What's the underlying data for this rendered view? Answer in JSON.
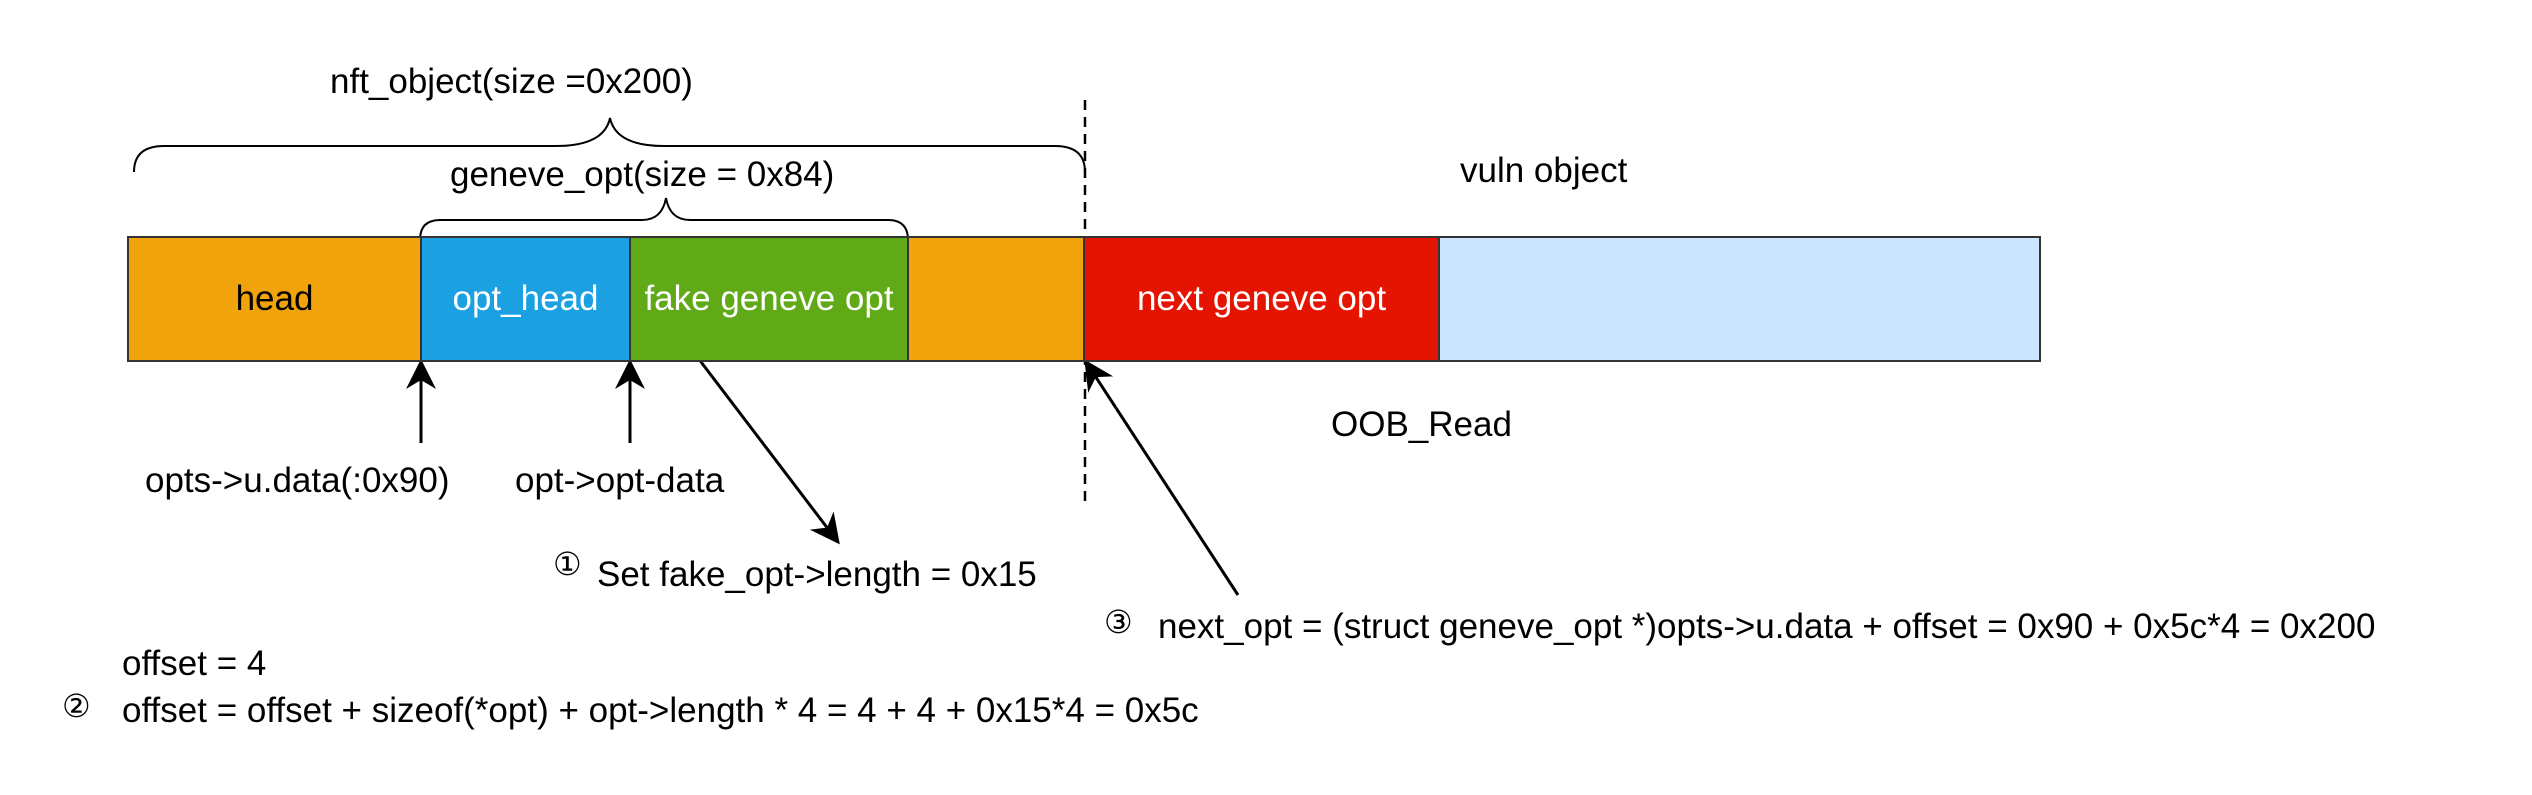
{
  "labels": {
    "nft_object": "nft_object(size =0x200)",
    "geneve_opt": "geneve_opt(size = 0x84)",
    "vuln_object": "vuln object",
    "oob_read": "OOB_Read",
    "opts_data": "opts->u.data(:0x90)",
    "opt_data": "opt->opt-data"
  },
  "segments": {
    "head": "head",
    "opt_head": "opt_head",
    "fake_opt": "fake geneve opt",
    "next_opt": "next geneve opt"
  },
  "steps": {
    "step1_marker": "①",
    "step1_text": "Set fake_opt->length = 0x15",
    "step2_marker": "②",
    "step2_line1": "offset = 4",
    "step2_line2": "offset = offset + sizeof(*opt) + opt->length * 4 = 4 + 4 + 0x15*4 = 0x5c",
    "step3_marker": "③",
    "step3_text": "next_opt = (struct geneve_opt *)opts->u.data + offset = 0x90 + 0x5c*4 = 0x200"
  },
  "colors": {
    "orange": "#F0A30A",
    "blue": "#1BA1E2",
    "green": "#60A917",
    "red": "#E51400",
    "light_blue": "#CCE5FF",
    "border": "#333333"
  }
}
